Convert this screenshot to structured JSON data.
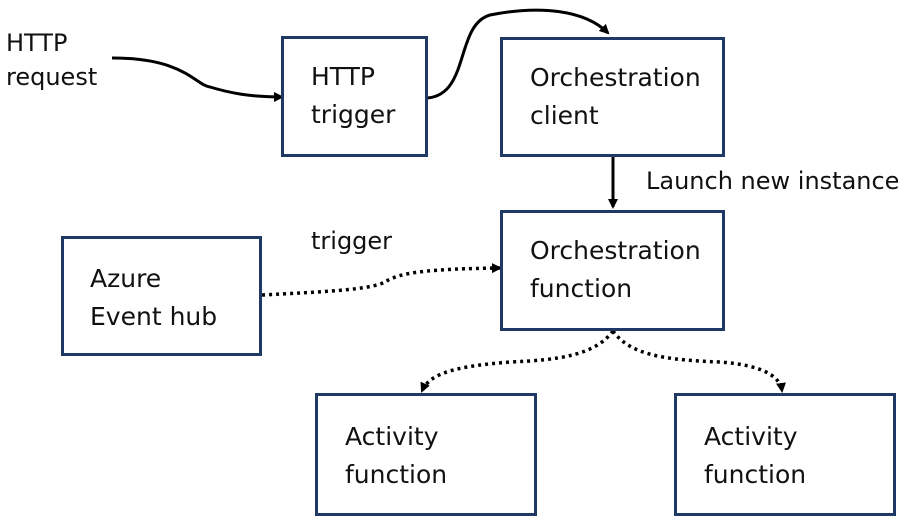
{
  "inputs": {
    "http_request": {
      "line1": "HTTP",
      "line2": "request"
    }
  },
  "nodes": {
    "http_trigger": {
      "line1": "HTTP",
      "line2": "trigger"
    },
    "orchestration_client": {
      "line1": "Orchestration",
      "line2": "client"
    },
    "azure_event_hub": {
      "line1": "Azure",
      "line2": "Event hub"
    },
    "orchestration_function": {
      "line1": "Orchestration",
      "line2": "function"
    },
    "activity_function_left": {
      "line1": "Activity",
      "line2": "function"
    },
    "activity_function_right": {
      "line1": "Activity",
      "line2": "function"
    }
  },
  "edges": {
    "launch_new_instance": "Launch new instance",
    "trigger": "trigger"
  },
  "colors": {
    "box_border": "#1f3864",
    "arrow": "#000000",
    "text": "#111111",
    "background": "#ffffff"
  }
}
